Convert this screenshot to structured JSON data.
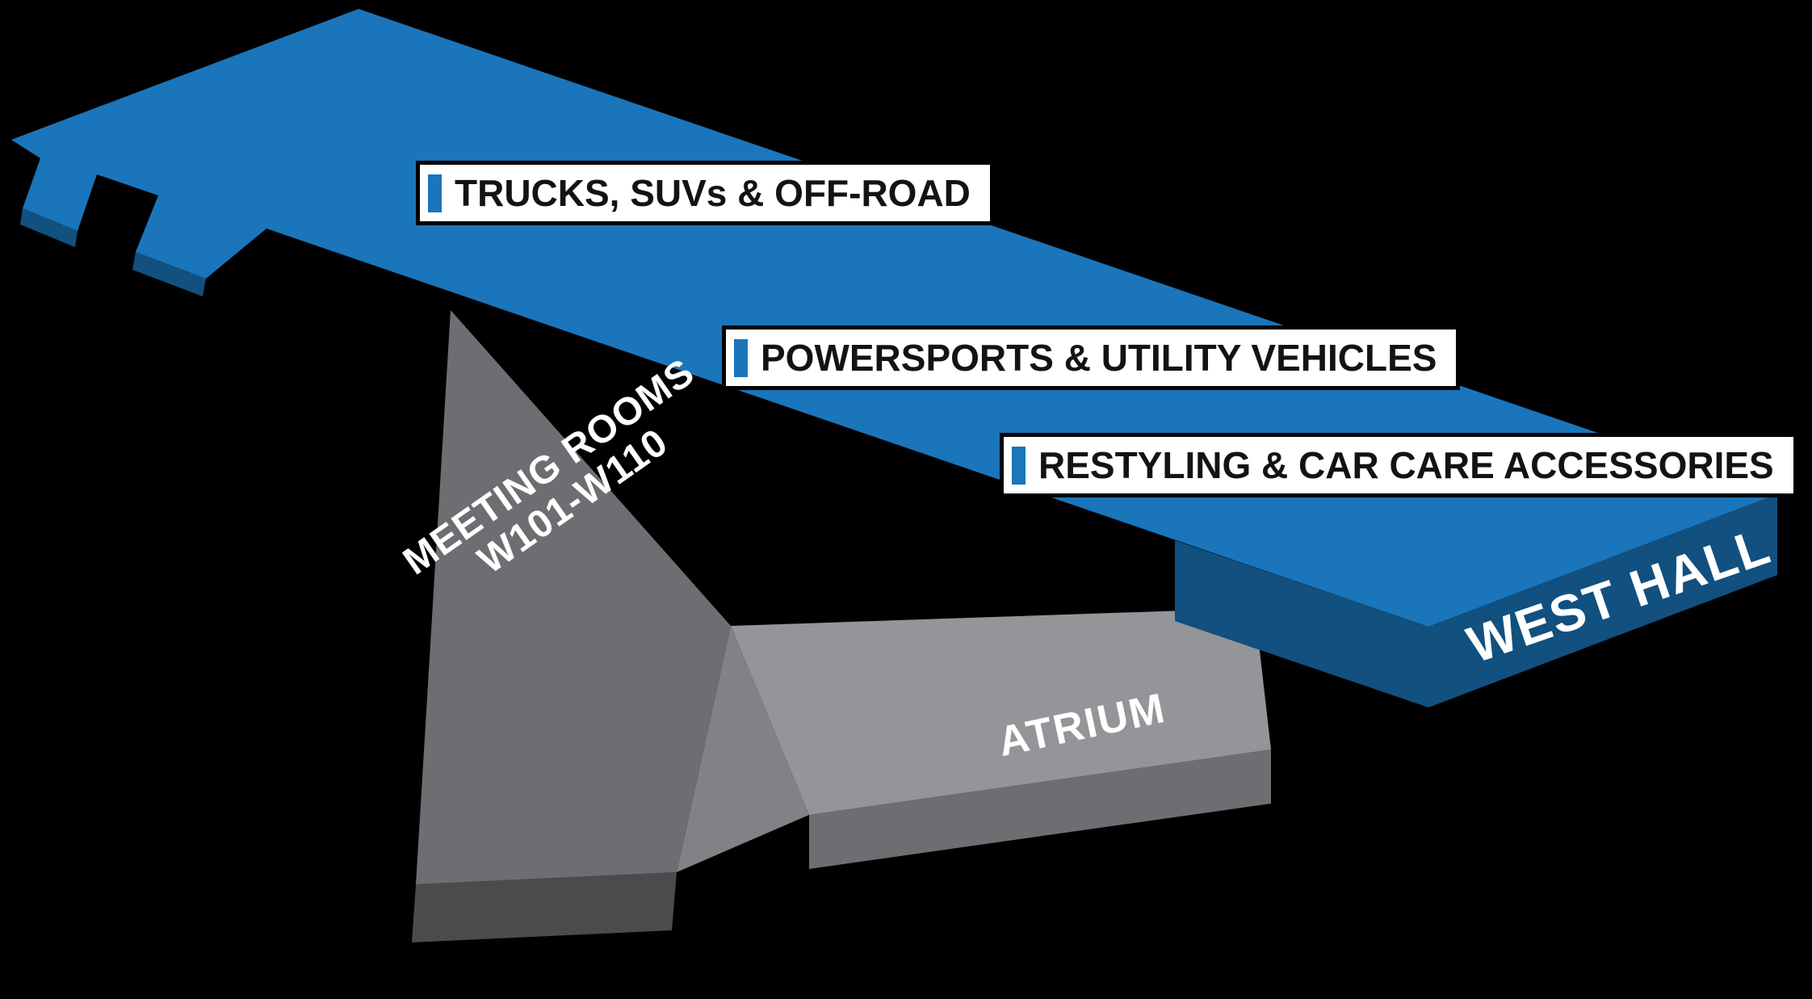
{
  "floor_plan": {
    "hall_name": "WEST HALL",
    "meeting_rooms": {
      "line1": "MEETING ROOMS",
      "line2": "W101-W110"
    },
    "atrium_label": "ATRIUM",
    "legend": [
      {
        "label": "TRUCKS, SUVs & OFF-ROAD",
        "accent_color": "#1a75bb"
      },
      {
        "label": "POWERSPORTS & UTILITY VEHICLES",
        "accent_color": "#1a75bb"
      },
      {
        "label": "RESTYLING & CAR CARE ACCESSORIES",
        "accent_color": "#1a75bb"
      }
    ],
    "colors": {
      "background": "#000000",
      "hall_top": "#1a75bb",
      "hall_side": "#11507f",
      "wedge_top": "#6d6e71",
      "wedge_side": "#4a4b4d",
      "wedge_step": "#808285",
      "atrium_top": "#939598",
      "atrium_side": "#6d6e71",
      "label_text": "#ffffff"
    }
  }
}
